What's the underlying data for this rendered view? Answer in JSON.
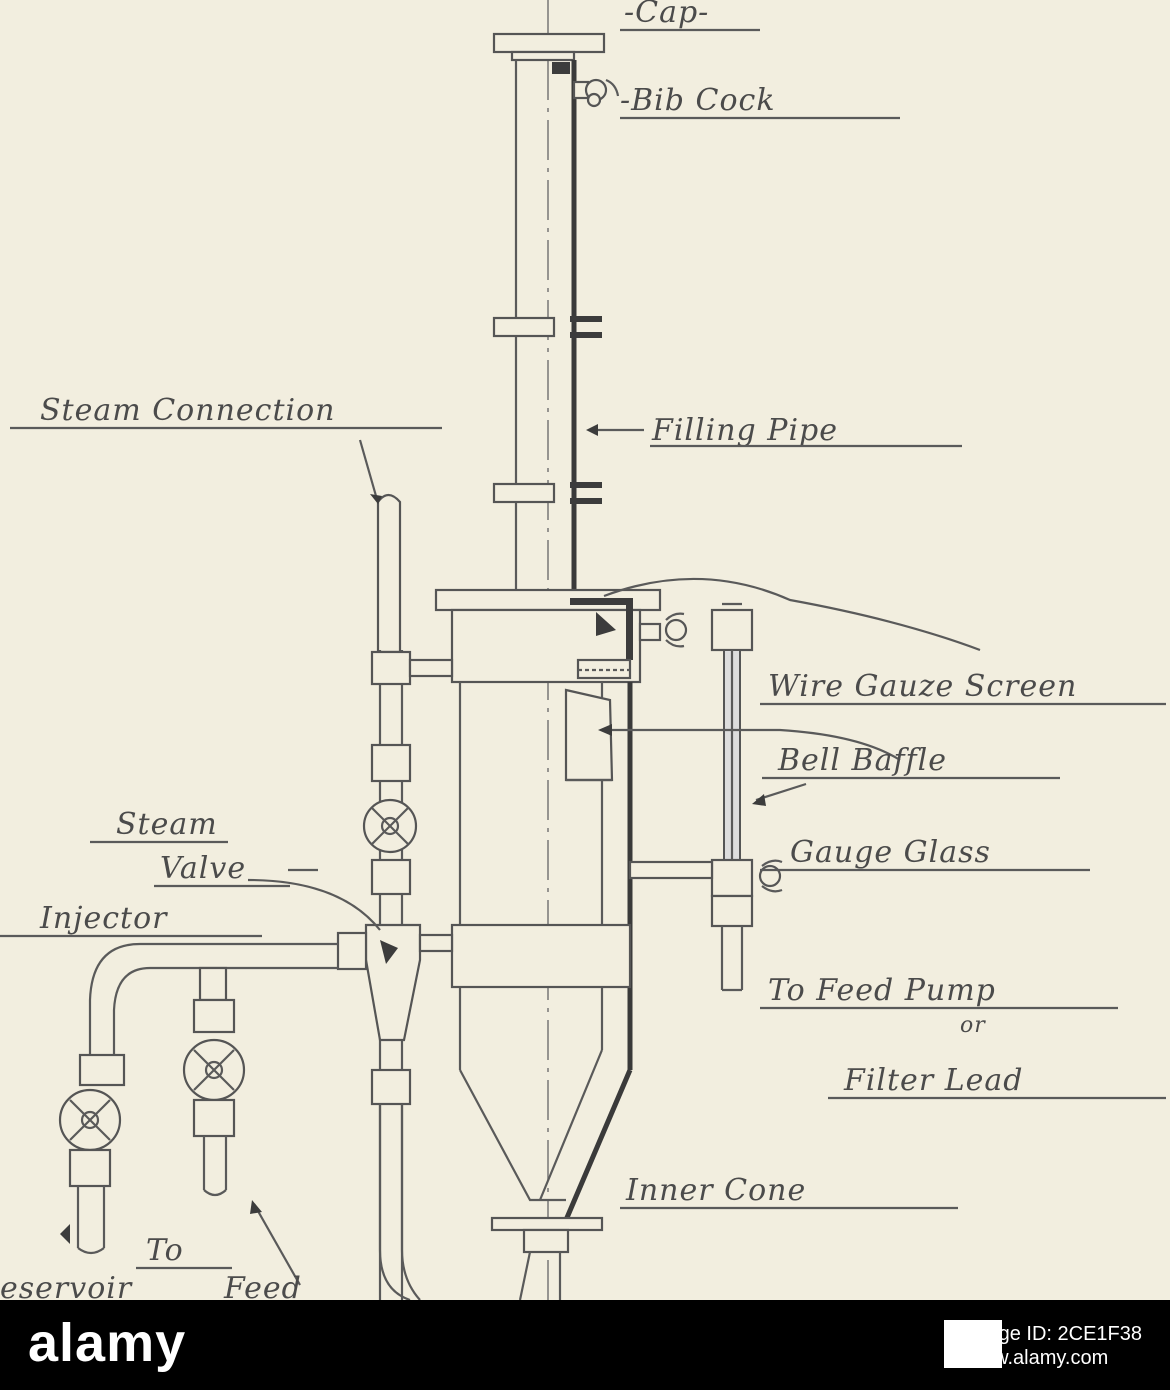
{
  "labels": {
    "cap": "-Cap-",
    "bib_cock": "-Bib Cock",
    "filling_pipe": "Filling Pipe",
    "steam_connection": "Steam Connection",
    "wire_gauze_screen": "Wire Gauze Screen",
    "bell_baffle": "Bell Baffle",
    "gauge_glass": "Gauge Glass",
    "steam": "Steam",
    "valve": "Valve",
    "injector": "Injector",
    "to_feed_pump": "To Feed Pump",
    "or": "or",
    "filter_lead": "Filter Lead",
    "inner_cone": "Inner Cone",
    "to": "To",
    "reservoir": "eservoir",
    "feed": "Feed"
  },
  "banner": {
    "brand": "alamy",
    "image_id": "Image ID: 2CE1F38",
    "site": "www.alamy.com"
  },
  "colors": {
    "paper": "#f2eedf",
    "ink": "#4b4b4b",
    "banner_bg": "#000000"
  }
}
